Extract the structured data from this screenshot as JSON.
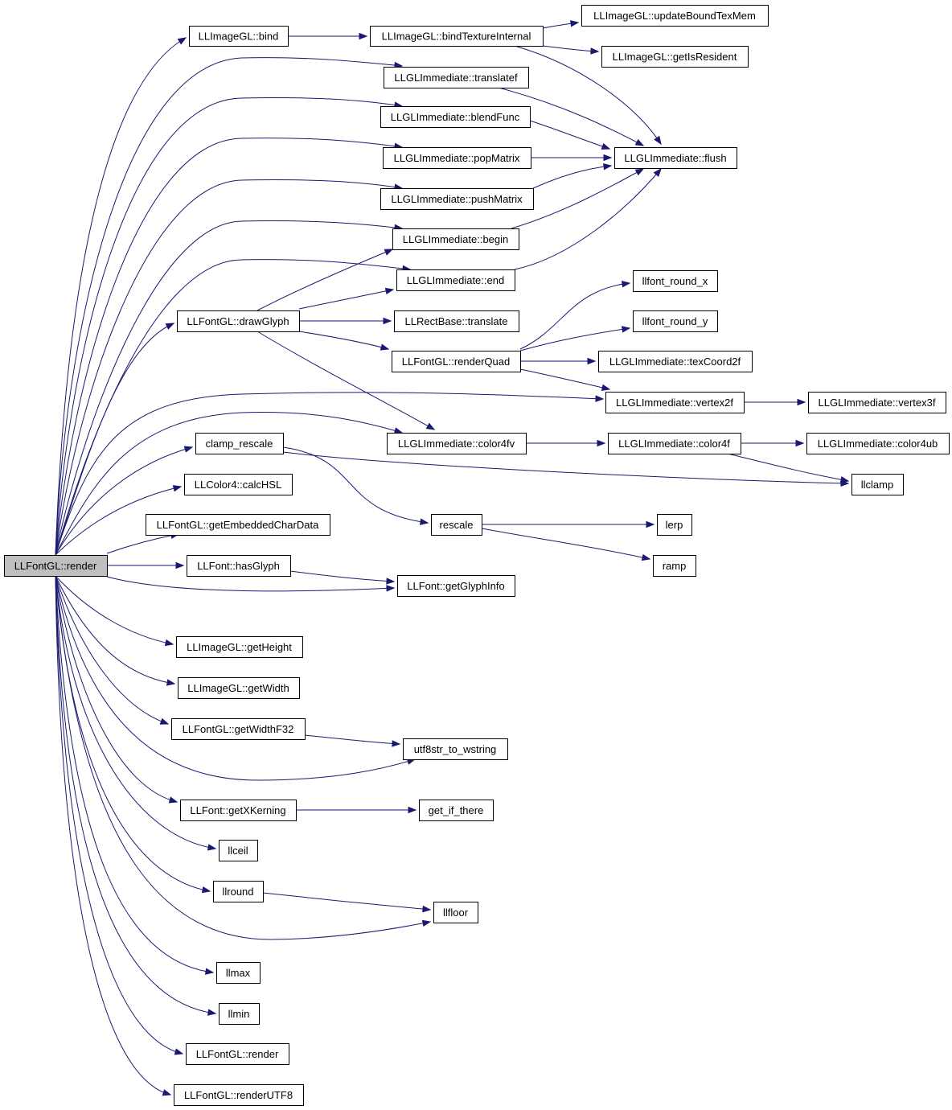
{
  "diagram": {
    "colors": {
      "edge": "#191970",
      "node_border": "#000000",
      "root_fill": "#bfbfbf",
      "node_fill": "#ffffff"
    },
    "nodes": [
      {
        "id": "render_root",
        "label": "LLFontGL::render"
      },
      {
        "id": "bind",
        "label": "LLImageGL::bind"
      },
      {
        "id": "bindTextureInternal",
        "label": "LLImageGL::bindTextureInternal"
      },
      {
        "id": "updateBoundTexMem",
        "label": "LLImageGL::updateBoundTexMem"
      },
      {
        "id": "getIsResident",
        "label": "LLImageGL::getIsResident"
      },
      {
        "id": "translatef",
        "label": "LLGLImmediate::translatef"
      },
      {
        "id": "blendFunc",
        "label": "LLGLImmediate::blendFunc"
      },
      {
        "id": "flush",
        "label": "LLGLImmediate::flush"
      },
      {
        "id": "popMatrix",
        "label": "LLGLImmediate::popMatrix"
      },
      {
        "id": "pushMatrix",
        "label": "LLGLImmediate::pushMatrix"
      },
      {
        "id": "begin",
        "label": "LLGLImmediate::begin"
      },
      {
        "id": "end",
        "label": "LLGLImmediate::end"
      },
      {
        "id": "llfont_round_x",
        "label": "llfont_round_x"
      },
      {
        "id": "drawGlyph",
        "label": "LLFontGL::drawGlyph"
      },
      {
        "id": "rect_translate",
        "label": "LLRectBase::translate"
      },
      {
        "id": "llfont_round_y",
        "label": "llfont_round_y"
      },
      {
        "id": "renderQuad",
        "label": "LLFontGL::renderQuad"
      },
      {
        "id": "texCoord2f",
        "label": "LLGLImmediate::texCoord2f"
      },
      {
        "id": "vertex2f",
        "label": "LLGLImmediate::vertex2f"
      },
      {
        "id": "vertex3f",
        "label": "LLGLImmediate::vertex3f"
      },
      {
        "id": "clamp_rescale",
        "label": "clamp_rescale"
      },
      {
        "id": "color4fv",
        "label": "LLGLImmediate::color4fv"
      },
      {
        "id": "color4f",
        "label": "LLGLImmediate::color4f"
      },
      {
        "id": "color4ub",
        "label": "LLGLImmediate::color4ub"
      },
      {
        "id": "calcHSL",
        "label": "LLColor4::calcHSL"
      },
      {
        "id": "llclamp",
        "label": "llclamp"
      },
      {
        "id": "getEmbeddedCharData",
        "label": "LLFontGL::getEmbeddedCharData"
      },
      {
        "id": "rescale",
        "label": "rescale"
      },
      {
        "id": "lerp",
        "label": "lerp"
      },
      {
        "id": "hasGlyph",
        "label": "LLFont::hasGlyph"
      },
      {
        "id": "ramp",
        "label": "ramp"
      },
      {
        "id": "getGlyphInfo",
        "label": "LLFont::getGlyphInfo"
      },
      {
        "id": "getHeight",
        "label": "LLImageGL::getHeight"
      },
      {
        "id": "getWidth",
        "label": "LLImageGL::getWidth"
      },
      {
        "id": "getWidthF32",
        "label": "LLFontGL::getWidthF32"
      },
      {
        "id": "utf8str_to_wstring",
        "label": "utf8str_to_wstring"
      },
      {
        "id": "getXKerning",
        "label": "LLFont::getXKerning"
      },
      {
        "id": "get_if_there",
        "label": "get_if_there"
      },
      {
        "id": "llceil",
        "label": "llceil"
      },
      {
        "id": "llround",
        "label": "llround"
      },
      {
        "id": "llfloor",
        "label": "llfloor"
      },
      {
        "id": "llmax",
        "label": "llmax"
      },
      {
        "id": "llmin",
        "label": "llmin"
      },
      {
        "id": "render_callee",
        "label": "LLFontGL::render"
      },
      {
        "id": "renderUTF8",
        "label": "LLFontGL::renderUTF8"
      }
    ],
    "edges": [
      [
        "render_root",
        "bind"
      ],
      [
        "render_root",
        "translatef"
      ],
      [
        "render_root",
        "blendFunc"
      ],
      [
        "render_root",
        "popMatrix"
      ],
      [
        "render_root",
        "pushMatrix"
      ],
      [
        "render_root",
        "begin"
      ],
      [
        "render_root",
        "end"
      ],
      [
        "render_root",
        "drawGlyph"
      ],
      [
        "render_root",
        "vertex2f"
      ],
      [
        "render_root",
        "color4fv"
      ],
      [
        "render_root",
        "clamp_rescale"
      ],
      [
        "render_root",
        "calcHSL"
      ],
      [
        "render_root",
        "getEmbeddedCharData"
      ],
      [
        "render_root",
        "hasGlyph"
      ],
      [
        "render_root",
        "getGlyphInfo"
      ],
      [
        "render_root",
        "getHeight"
      ],
      [
        "render_root",
        "getWidth"
      ],
      [
        "render_root",
        "getWidthF32"
      ],
      [
        "render_root",
        "utf8str_to_wstring"
      ],
      [
        "render_root",
        "getXKerning"
      ],
      [
        "render_root",
        "llceil"
      ],
      [
        "render_root",
        "llround"
      ],
      [
        "render_root",
        "llfloor"
      ],
      [
        "render_root",
        "llmax"
      ],
      [
        "render_root",
        "llmin"
      ],
      [
        "render_root",
        "render_callee"
      ],
      [
        "render_root",
        "renderUTF8"
      ],
      [
        "bind",
        "bindTextureInternal"
      ],
      [
        "bindTextureInternal",
        "updateBoundTexMem"
      ],
      [
        "bindTextureInternal",
        "getIsResident"
      ],
      [
        "bindTextureInternal",
        "flush"
      ],
      [
        "translatef",
        "flush"
      ],
      [
        "blendFunc",
        "flush"
      ],
      [
        "popMatrix",
        "flush"
      ],
      [
        "pushMatrix",
        "flush"
      ],
      [
        "begin",
        "flush"
      ],
      [
        "end",
        "flush"
      ],
      [
        "drawGlyph",
        "begin"
      ],
      [
        "drawGlyph",
        "end"
      ],
      [
        "drawGlyph",
        "rect_translate"
      ],
      [
        "drawGlyph",
        "renderQuad"
      ],
      [
        "drawGlyph",
        "color4fv"
      ],
      [
        "renderQuad",
        "llfont_round_x"
      ],
      [
        "renderQuad",
        "llfont_round_y"
      ],
      [
        "renderQuad",
        "texCoord2f"
      ],
      [
        "renderQuad",
        "vertex2f"
      ],
      [
        "vertex2f",
        "vertex3f"
      ],
      [
        "color4fv",
        "color4f"
      ],
      [
        "color4f",
        "color4ub"
      ],
      [
        "color4f",
        "llclamp"
      ],
      [
        "clamp_rescale",
        "llclamp"
      ],
      [
        "clamp_rescale",
        "rescale"
      ],
      [
        "rescale",
        "lerp"
      ],
      [
        "rescale",
        "ramp"
      ],
      [
        "hasGlyph",
        "getGlyphInfo"
      ],
      [
        "getWidthF32",
        "utf8str_to_wstring"
      ],
      [
        "getXKerning",
        "get_if_there"
      ],
      [
        "llround",
        "llfloor"
      ]
    ]
  }
}
